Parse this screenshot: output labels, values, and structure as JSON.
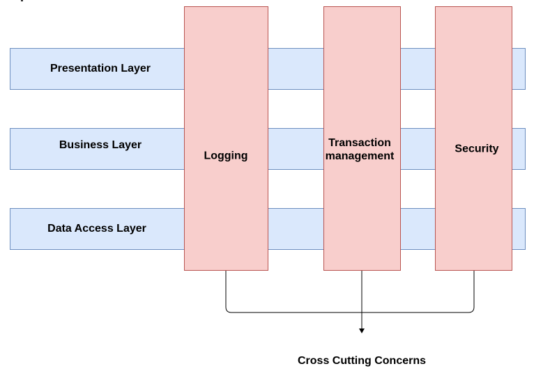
{
  "layers": [
    {
      "label": "Presentation Layer"
    },
    {
      "label": "Business Layer"
    },
    {
      "label": "Data Access Layer"
    }
  ],
  "concerns": [
    {
      "label": "Logging"
    },
    {
      "label": "Transaction\nmanagement"
    },
    {
      "label": "Security"
    }
  ],
  "footer": {
    "label": "Cross Cutting Concerns"
  },
  "colors": {
    "layer_fill": "#dae8fc",
    "layer_stroke": "#6c8ebf",
    "concern_fill": "#f8cecc",
    "concern_stroke": "#b85450",
    "connector": "#000000"
  }
}
